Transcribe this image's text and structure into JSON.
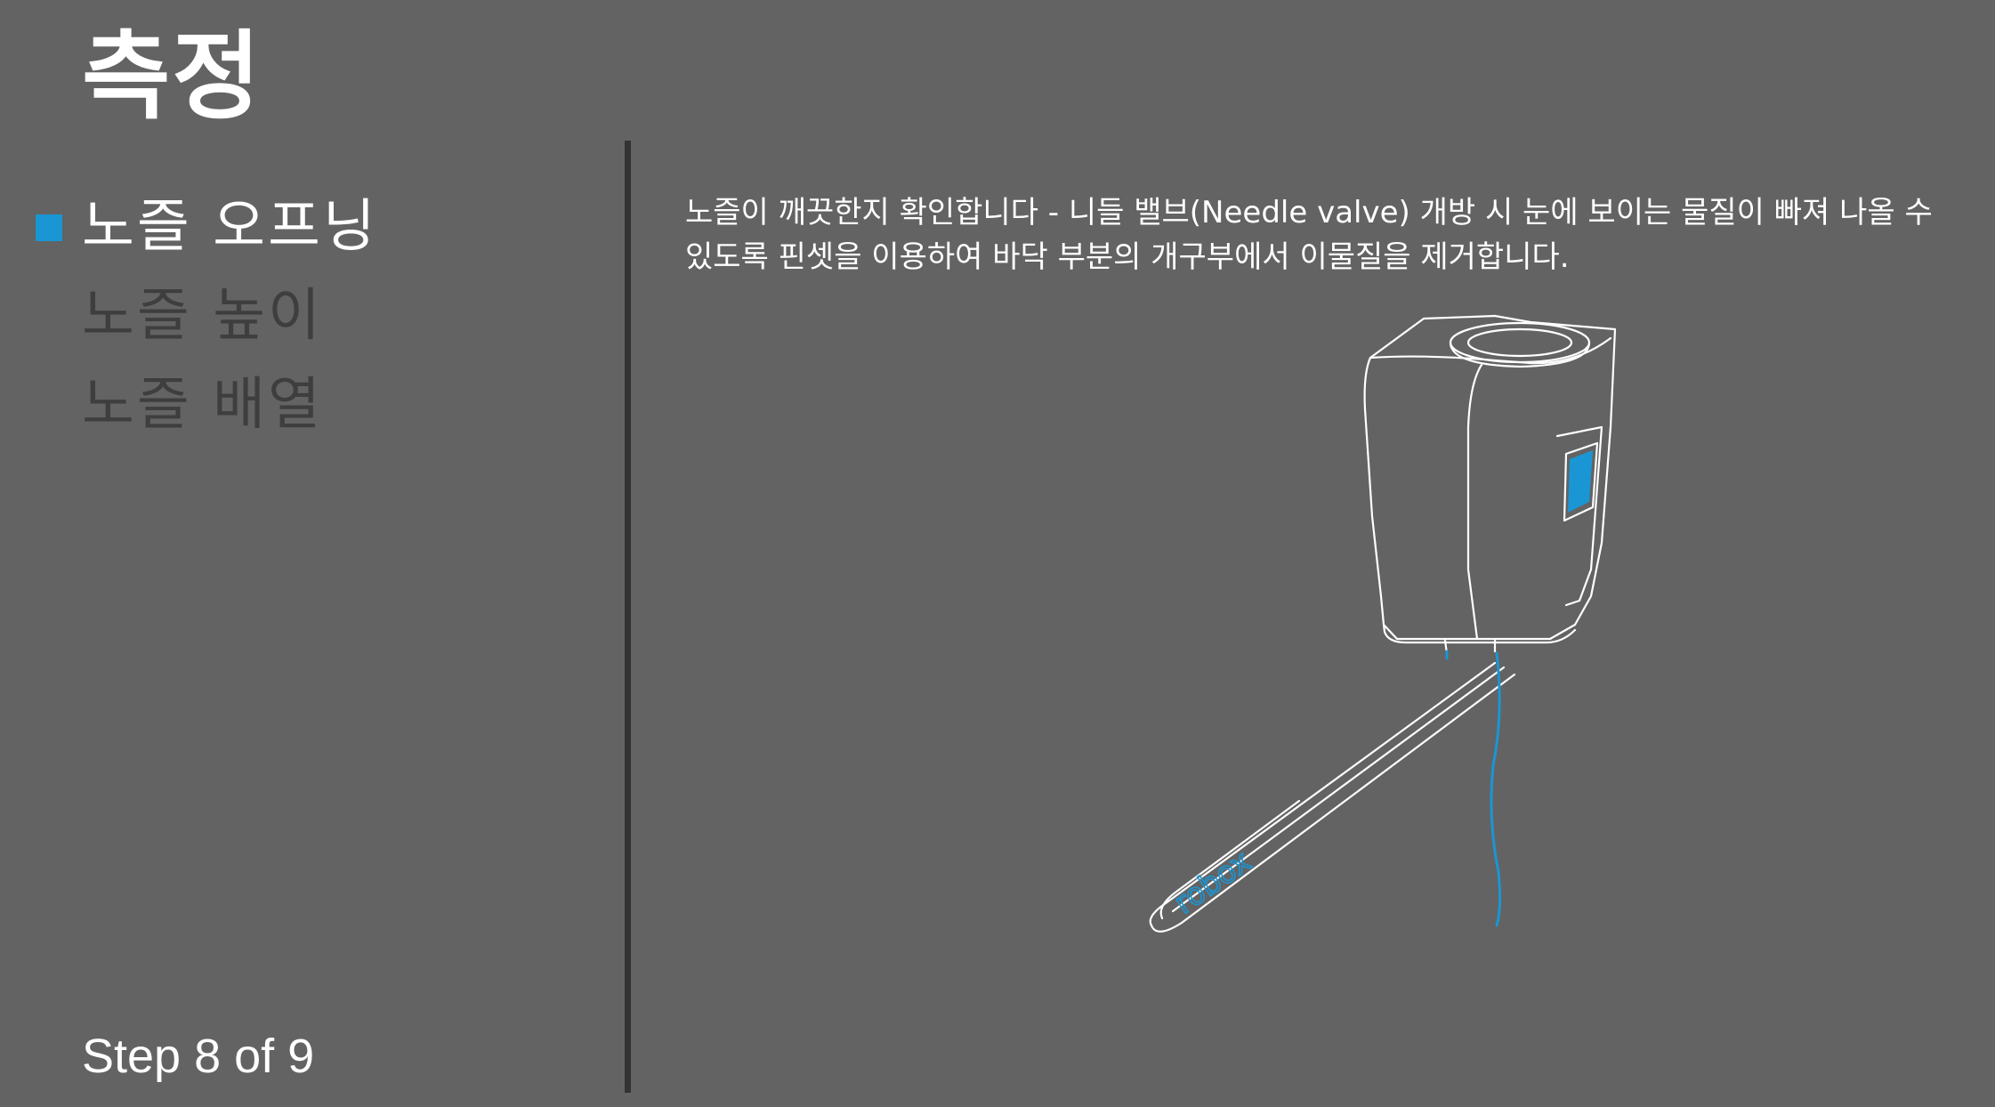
{
  "page": {
    "title": "측정",
    "step": "Step 8 of 9"
  },
  "nav": {
    "items": [
      {
        "label": "노즐 오프닝",
        "active": true
      },
      {
        "label": "노즐 높이",
        "active": false
      },
      {
        "label": "노즐 배열",
        "active": false
      }
    ]
  },
  "content": {
    "instruction": "노즐이 깨끗한지 확인합니다 - 니들 밸브(Needle valve) 개방 시 눈에 보이는 물질이 빠져 나올 수 있도록 핀셋을 이용하여 바닥 부분의 개구부에서 이물질을 제거합니다.",
    "illustration": {
      "logo_text": "robox",
      "accent_color": "#1a96d4",
      "line_color": "#ffffff"
    }
  },
  "colors": {
    "background": "#636363",
    "active_text": "#ffffff",
    "inactive_text": "#3e3e3e",
    "accent": "#1a96d4",
    "divider": "#333333"
  }
}
